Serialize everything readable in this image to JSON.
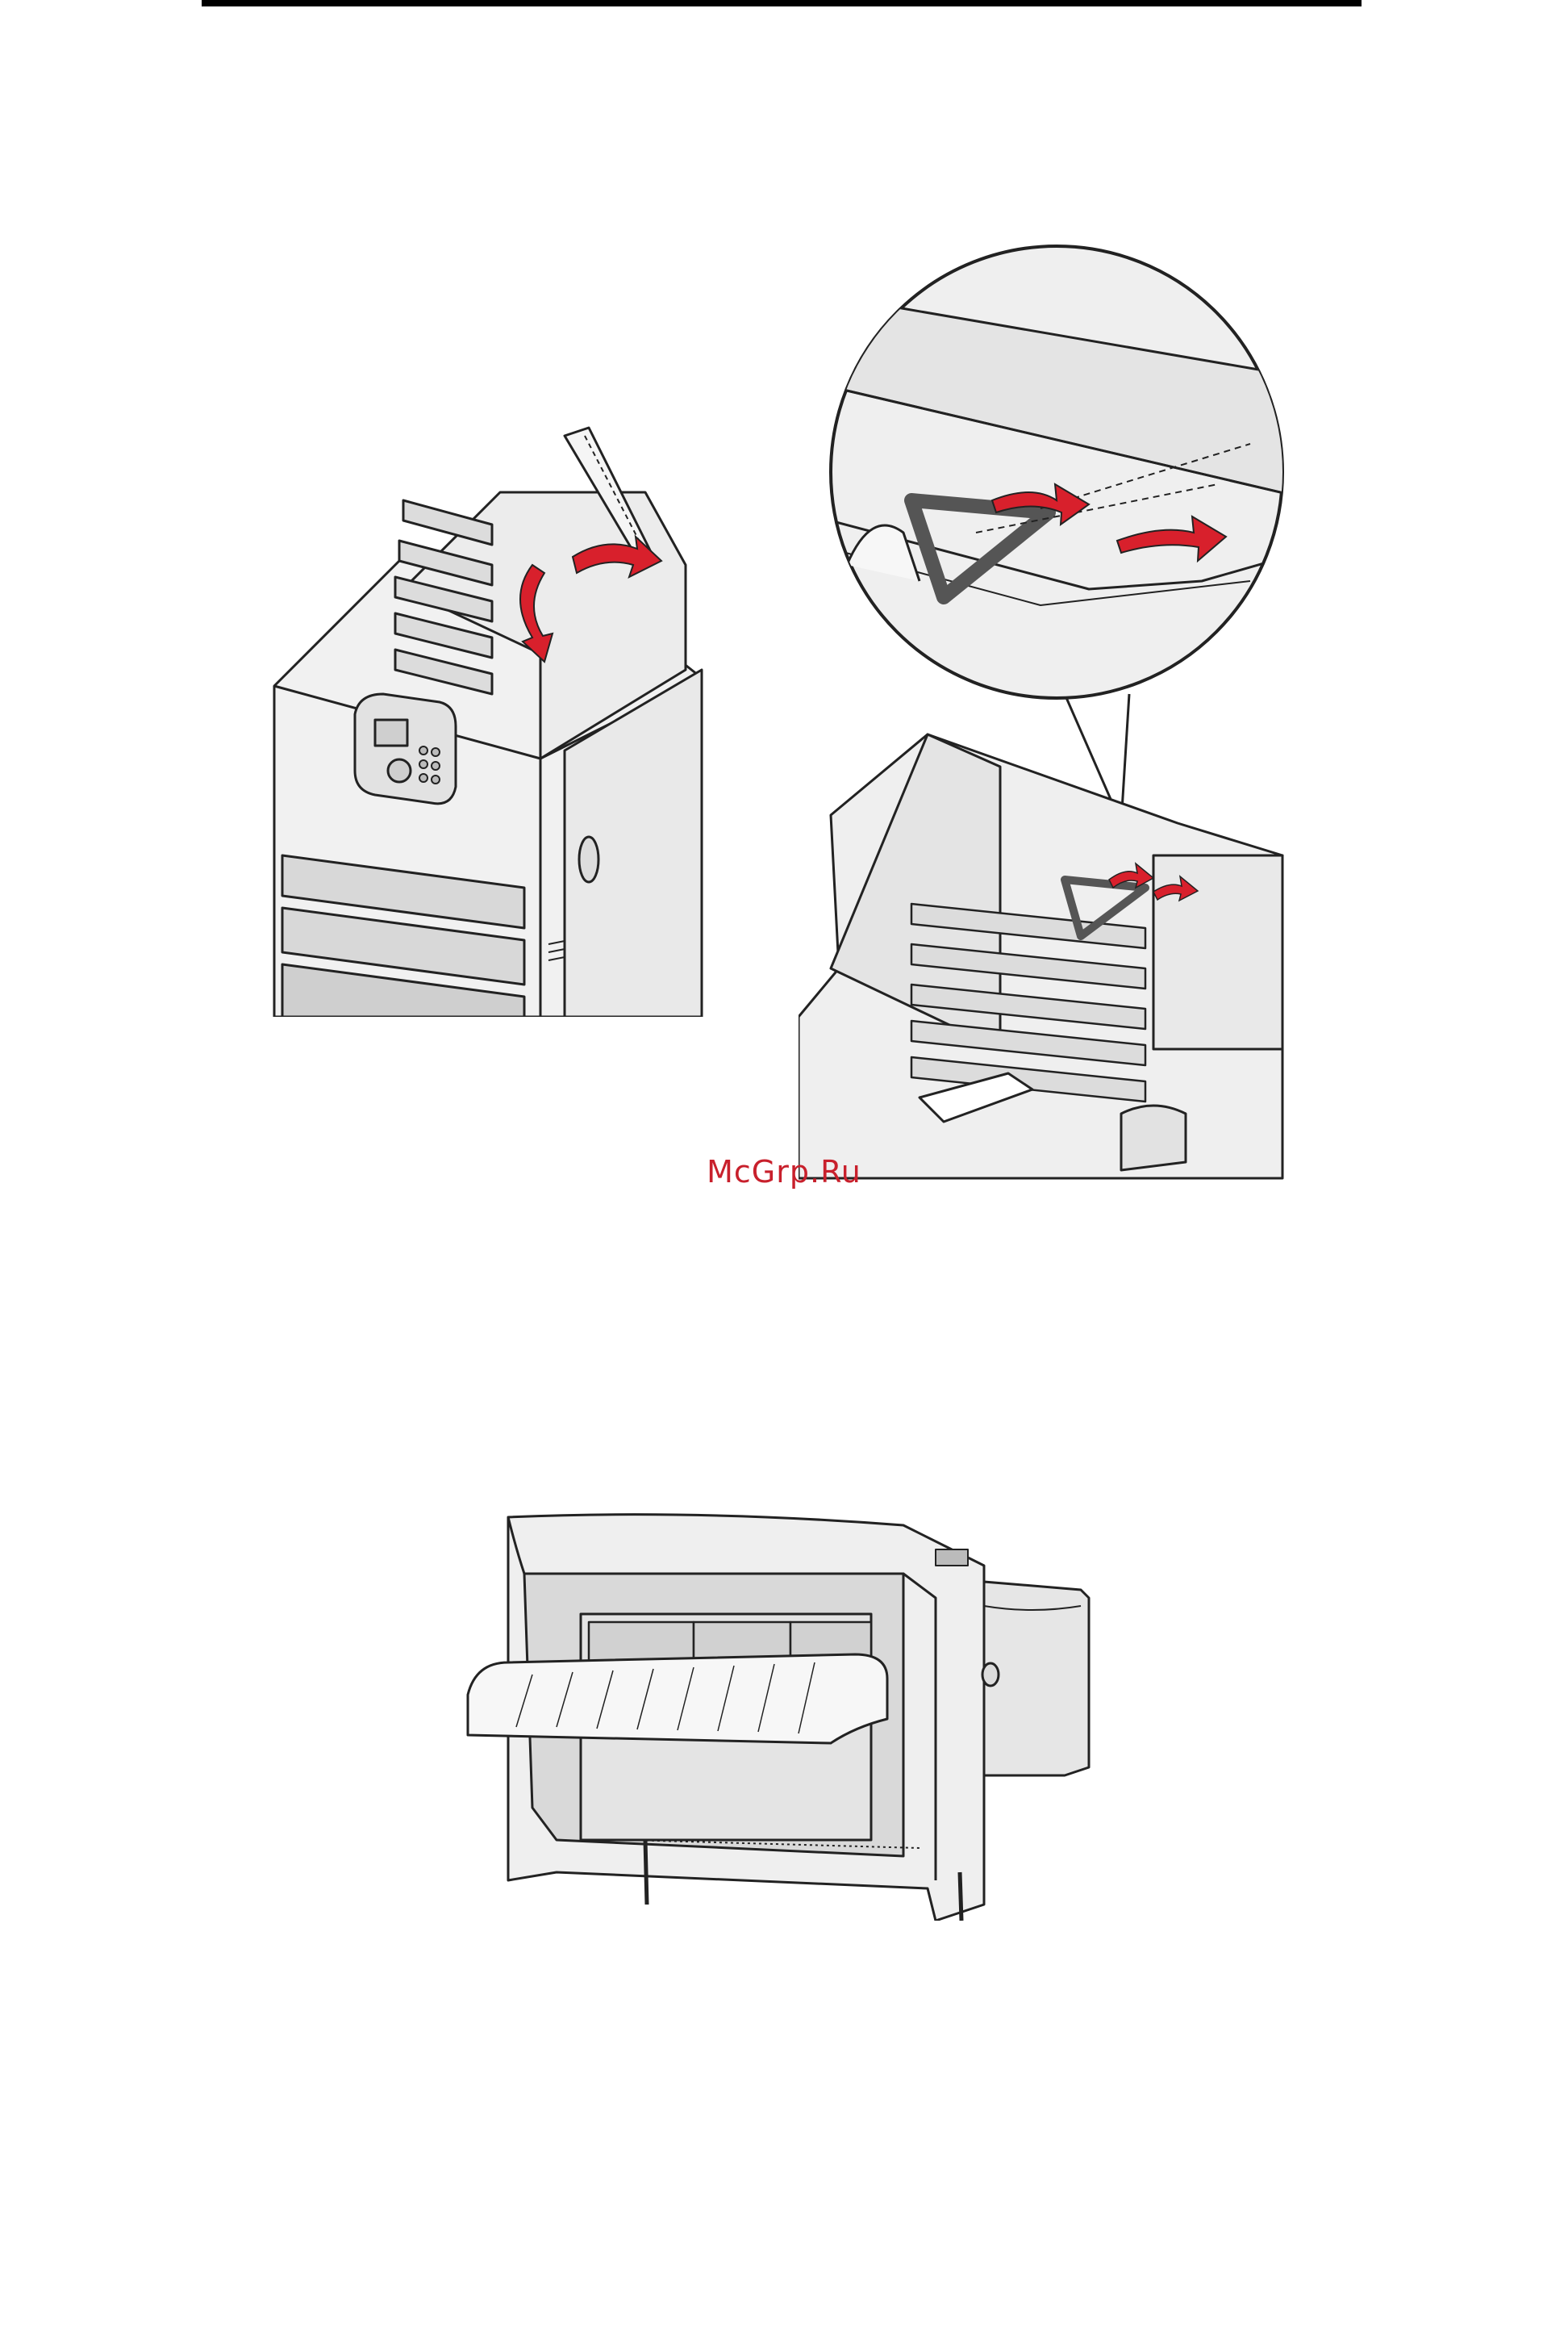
{
  "watermark": {
    "text": "McGrp.Ru",
    "color": "#c8202c"
  },
  "colors": {
    "line": "#222222",
    "body": "#f1f1f1",
    "shade": "#cfcfcf",
    "arrow": "#d8202c"
  },
  "figures": [
    {
      "name": "printer-with-mailbox",
      "icons": [
        "printer-icon",
        "arrow-icon"
      ]
    },
    {
      "name": "mailbox-detail-callout",
      "icons": [
        "magnifier-callout-icon",
        "arrow-icon"
      ]
    },
    {
      "name": "finisher",
      "icons": [
        "finisher-icon"
      ]
    }
  ]
}
